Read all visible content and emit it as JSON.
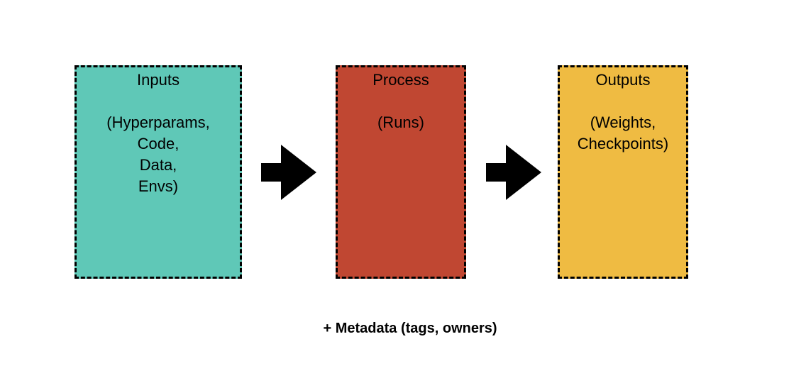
{
  "diagram": {
    "stages": [
      {
        "title": "Inputs",
        "lines": [
          "(Hyperparams,",
          "Code,",
          "Data,",
          "Envs)"
        ],
        "color": "#5fc8b7"
      },
      {
        "title": "Process",
        "lines": [
          "(Runs)"
        ],
        "color": "#c04732"
      },
      {
        "title": "Outputs",
        "lines": [
          "(Weights,",
          "Checkpoints)"
        ],
        "color": "#efbb42"
      }
    ],
    "arrow_icon": "right-arrow-icon",
    "footer": "+ Metadata (tags, owners)"
  }
}
